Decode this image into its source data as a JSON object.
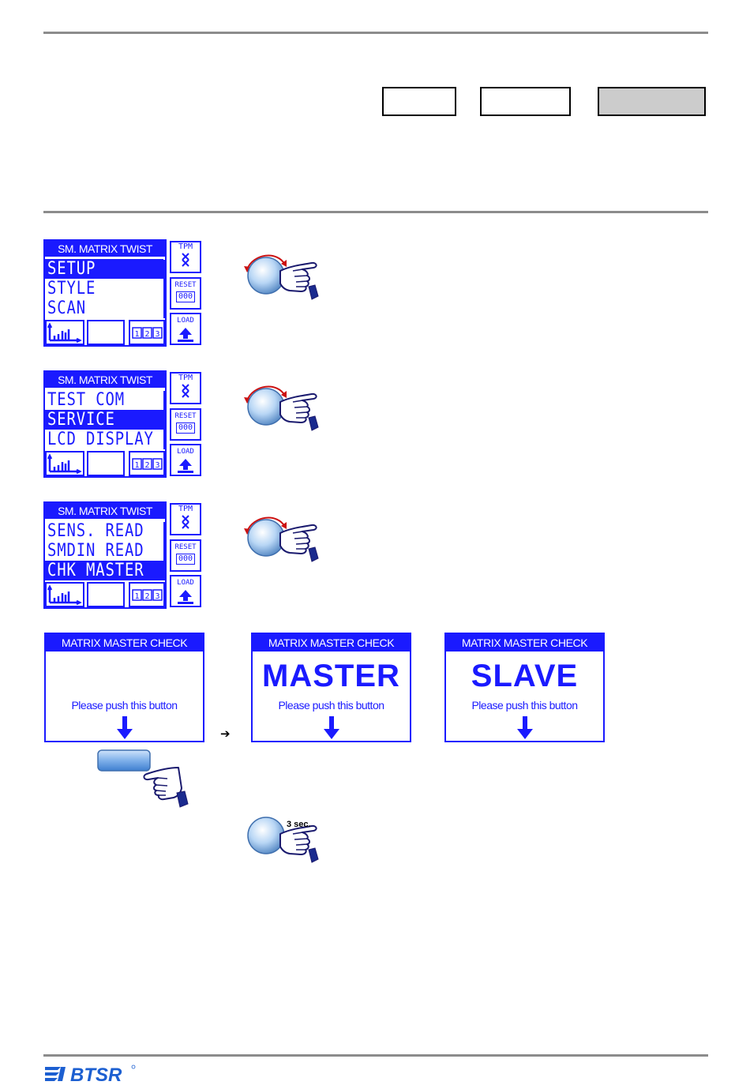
{
  "screens": [
    {
      "title": "SM. MATRIX TWIST",
      "rows": [
        {
          "text": "SETUP",
          "selected": true
        },
        {
          "text": "STYLE",
          "selected": false
        },
        {
          "text": "SCAN",
          "selected": false
        }
      ],
      "side": {
        "tpm": "TPM",
        "reset": "RESET",
        "counter": "000",
        "load": "LOAD"
      }
    },
    {
      "title": "SM. MATRIX TWIST",
      "rows": [
        {
          "text": "TEST COM",
          "selected": false
        },
        {
          "text": "SERVICE",
          "selected": true
        },
        {
          "text": "LCD DISPLAY",
          "selected": false
        }
      ],
      "side": {
        "tpm": "TPM",
        "reset": "RESET",
        "counter": "000",
        "load": "LOAD"
      }
    },
    {
      "title": "SM. MATRIX TWIST",
      "rows": [
        {
          "text": "SENS. READ",
          "selected": false
        },
        {
          "text": "SMDIN READ",
          "selected": false
        },
        {
          "text": "CHK MASTER",
          "selected": true
        }
      ],
      "side": {
        "tpm": "TPM",
        "reset": "RESET",
        "counter": "000",
        "load": "LOAD"
      }
    }
  ],
  "master_check": [
    {
      "title": "MATRIX MASTER CHECK",
      "status": "",
      "prompt": "Please push this button"
    },
    {
      "title": "MATRIX MASTER CHECK",
      "status": "MASTER",
      "prompt": "Please push this button"
    },
    {
      "title": "MATRIX MASTER CHECK",
      "status": "SLAVE",
      "prompt": "Please push this button"
    }
  ],
  "hold_label": "3 sec.",
  "transition_arrow": "➔",
  "colors": {
    "lcd_blue": "#1a1aff",
    "rule_gray": "#8c8c8c",
    "box_gray": "#cccccc",
    "logo_blue": "#1c5fd1"
  },
  "footer": {
    "logo": "BTSR"
  }
}
